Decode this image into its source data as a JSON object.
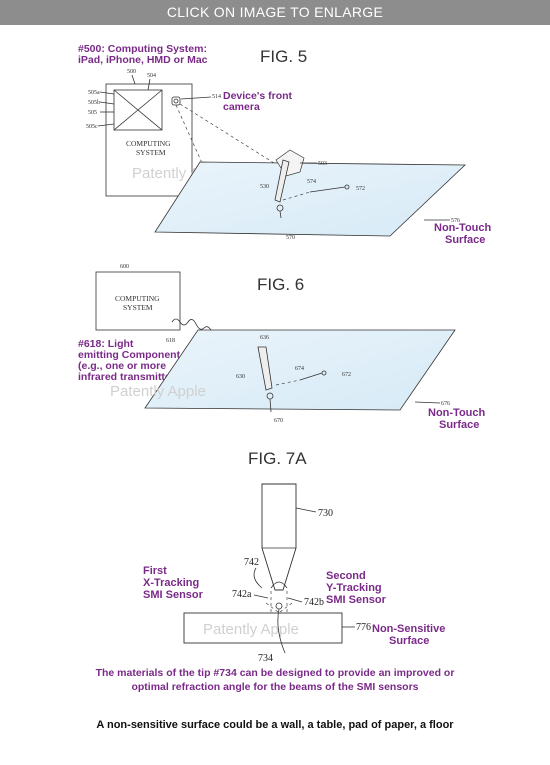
{
  "banner": "CLICK ON IMAGE TO ENLARGE",
  "fig5": {
    "title": "FIG. 5",
    "label_500": "#500: Computing System:",
    "label_500b": "iPad, iPhone, HMD or Mac",
    "box_text_1": "COMPUTING",
    "box_text_2": "SYSTEM",
    "camera_label_1": "Device's front",
    "camera_label_2": "camera",
    "surface_label_1": "Non-Touch",
    "surface_label_2": "Surface",
    "refs": [
      "500",
      "504",
      "505a",
      "505b",
      "505",
      "505c",
      "514",
      "503",
      "530",
      "574",
      "572",
      "570",
      "576"
    ]
  },
  "fig6": {
    "title": "FIG. 6",
    "box_text_1": "COMPUTING",
    "box_text_2": "SYSTEM",
    "light_1": "#618: Light",
    "light_2": "emitting Component",
    "light_3": "(e.g., one or more",
    "light_4": "infrared transmitters)",
    "surface_label_1": "Non-Touch",
    "surface_label_2": "Surface",
    "refs": [
      "600",
      "618",
      "636",
      "630",
      "674",
      "672",
      "670",
      "676"
    ]
  },
  "fig7a": {
    "title": "FIG. 7A",
    "first_1": "First",
    "first_2": "X-Tracking",
    "first_3": "SMI Sensor",
    "second_1": "Second",
    "second_2": "Y-Tracking",
    "second_3": "SMI Sensor",
    "ns_1": "Non-Sensitive",
    "ns_2": "Surface",
    "refs": [
      "730",
      "742",
      "742a",
      "742b",
      "776",
      "734"
    ]
  },
  "watermark": "Patently Apple",
  "caption_1": "The materials of the tip #734 can be designed to provide an improved or",
  "caption_2": "optimal refraction angle for the beams of the SMI sensors",
  "footer": "A non-sensitive surface could be a wall, a table, pad of paper, a floor"
}
